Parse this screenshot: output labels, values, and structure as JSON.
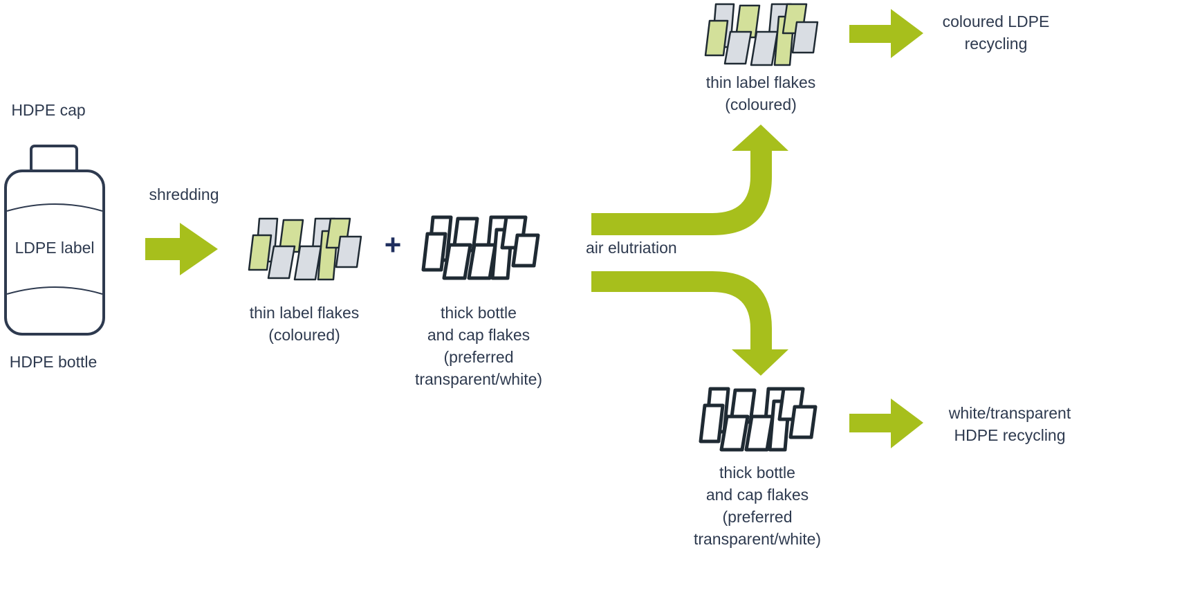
{
  "colors": {
    "accent": "#a7bf1c",
    "outline": "#1f2a33",
    "text": "#2e3a4f",
    "flake_green": "#d3e09a",
    "flake_grey": "#d9dde3",
    "bottle_outline": "#2e3a4f"
  },
  "labels": {
    "hdpe_cap": "HDPE cap",
    "ldpe_label": "LDPE label",
    "hdpe_bottle": "HDPE bottle",
    "shredding": "shredding",
    "plus": "+",
    "thin_label_flakes_mid": "thin label flakes\n(coloured)",
    "thick_flakes_mid": "thick bottle\nand cap flakes\n(preferred\ntransparent/white)",
    "air_elutriation": "air elutriation",
    "thin_label_flakes_top": "thin label flakes\n(coloured)",
    "coloured_ldpe": "coloured LDPE\nrecycling",
    "thick_flakes_bottom": "thick bottle\nand cap flakes\n(preferred\ntransparent/white)",
    "white_hdpe": "white/transparent\nHDPE recycling"
  },
  "icons": {
    "bottle": "hdpe-bottle-icon",
    "thin_flakes": "thin-flakes-icon",
    "thick_flakes": "thick-flakes-icon",
    "arrow": "arrow-right-icon",
    "split_arrow": "split-arrow-icon"
  }
}
